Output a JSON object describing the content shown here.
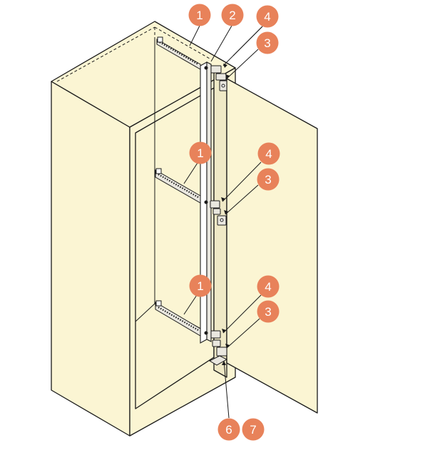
{
  "colors": {
    "cabinet_fill": "#fbf5d3",
    "outline": "#1a1a1a",
    "callout_fill": "#e8825a",
    "callout_text": "#ffffff",
    "hardware_fill": "#e9e7df"
  },
  "callouts": {
    "c1_top": "1",
    "c2_top": "2",
    "c4_top": "4",
    "c3_top": "3",
    "c1_mid": "1",
    "c4_mid": "4",
    "c3_mid": "3",
    "c1_bot": "1",
    "c4_bot": "4",
    "c3_bot": "3",
    "c6": "6",
    "c7": "7"
  }
}
